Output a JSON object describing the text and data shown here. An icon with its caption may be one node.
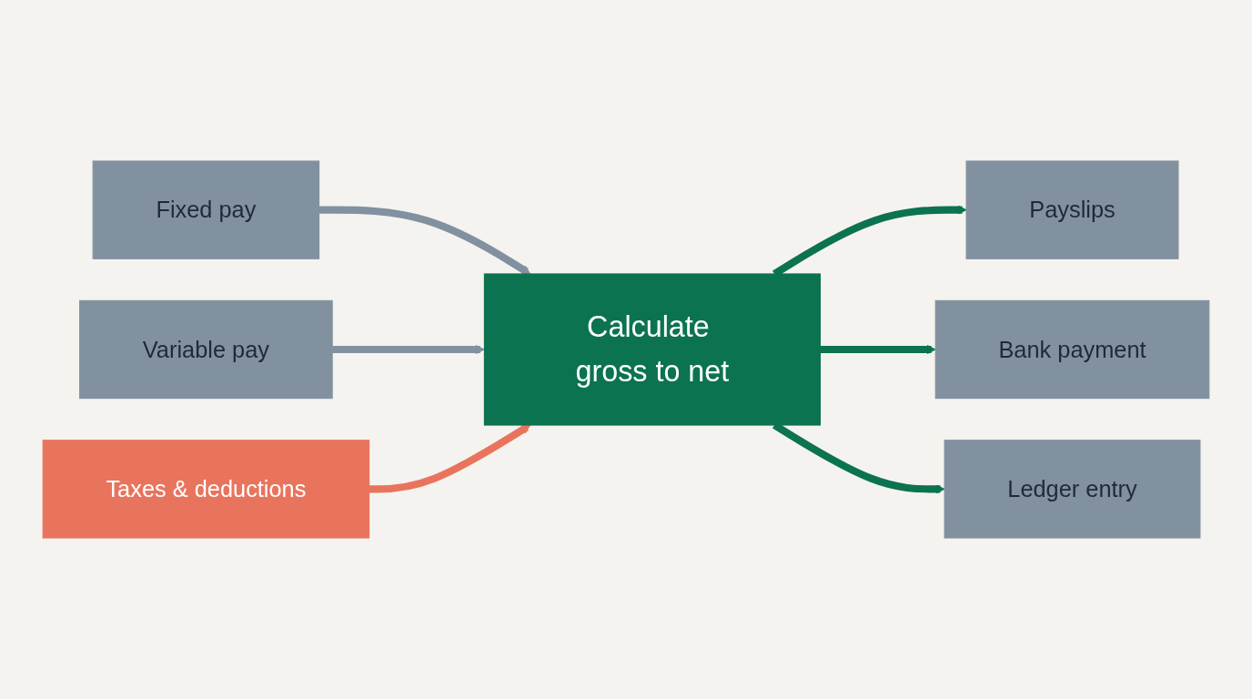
{
  "diagram": {
    "nodes": [
      {
        "text": [
          "Fixed pay"
        ]
      },
      {
        "text": [
          "Variable pay"
        ]
      },
      {
        "text": [
          "Calculate gross to net"
        ]
      },
      {
        "text": [
          "Taxes & deductions"
        ]
      },
      {
        "text": [
          "Payslips"
        ]
      },
      {
        "text": [
          "Bank payment"
        ]
      },
      {
        "text": [
          "Ledger entry"
        ]
      }
    ],
    "edges": [
      {
        "from": 0,
        "to": 2,
        "arrow": "to",
        "color": "#8291a0"
      },
      {
        "from": 1,
        "to": 2,
        "arrow": "to",
        "color": "#8291a0"
      },
      {
        "from": 3,
        "to": 2,
        "arrow": "to",
        "color": "#e9745e"
      },
      {
        "from": 2,
        "to": 4,
        "arrow": "to"
      },
      {
        "from": 2,
        "to": 5,
        "arrow": "to"
      },
      {
        "from": 2,
        "to": 6,
        "arrow": "to"
      }
    ]
  }
}
